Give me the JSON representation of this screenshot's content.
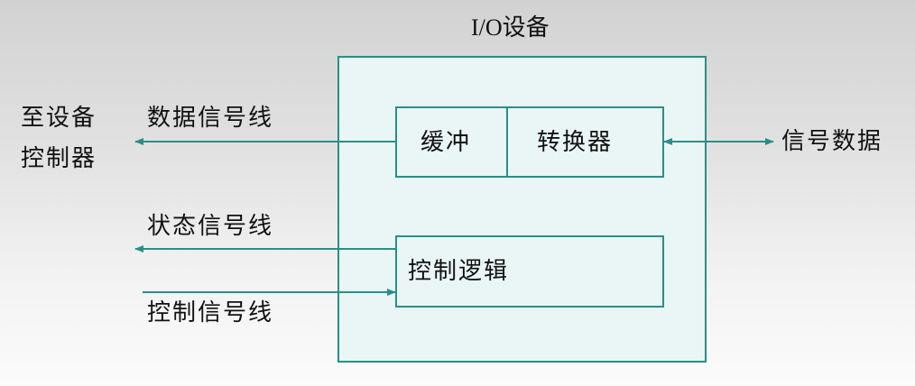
{
  "device": {
    "title": "I/O设备",
    "buffer_label": "缓冲",
    "converter_label": "转换器",
    "control_logic_label": "控制逻辑"
  },
  "left": {
    "target_line1": "至设备",
    "target_line2": "控制器",
    "data_signal": "数据信号线",
    "status_signal": "状态信号线",
    "control_signal": "控制信号线"
  },
  "right": {
    "signal_data": "信号数据"
  },
  "colors": {
    "line": "#2a8f88",
    "box_fill": "#e9f6f5"
  }
}
